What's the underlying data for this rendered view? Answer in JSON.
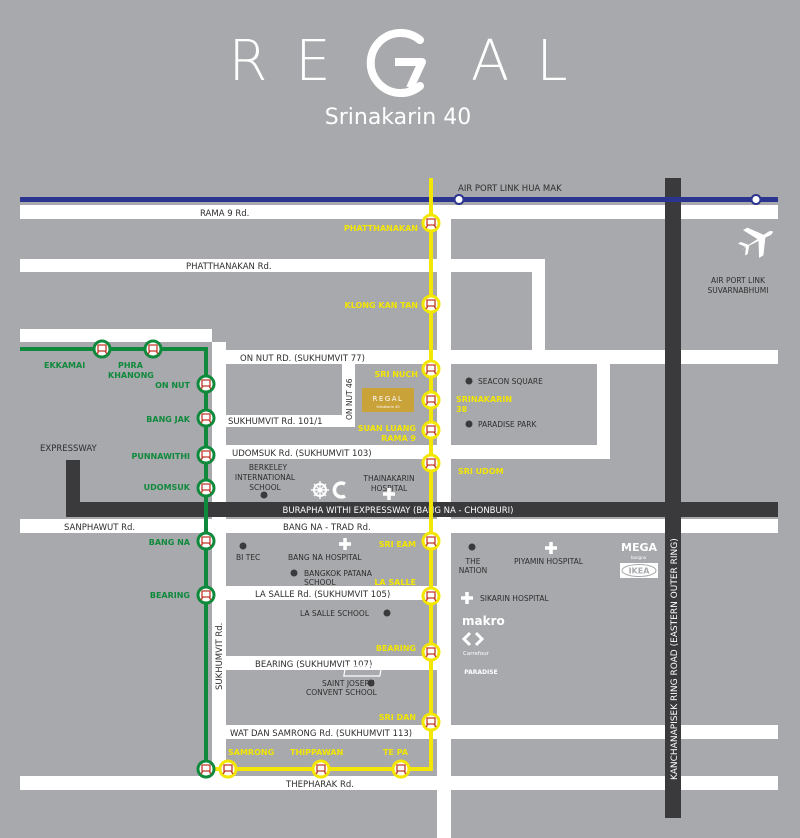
{
  "header": {
    "brand_letters": [
      "R",
      "E",
      "G",
      "A",
      "L"
    ],
    "subtitle": "Srinakarin 40"
  },
  "colors": {
    "background": "#a7a9ac",
    "road": "#ffffff",
    "yellow_line": "#f3e600",
    "green_line": "#0f8a3c",
    "airport_link": "#2b3590",
    "expressway": "#3a3a3c",
    "site_marker": "#c9a23a"
  },
  "lines": {
    "airport_link": "AIR PORT LINK HUA MAK",
    "expressway_label": "EXPRESSWAY",
    "burapha": "BURAPHA WITHI EXPRESSWAY (BANG NA - CHONBURI)",
    "kanchanapisek": "KANCHANAPISEK RING ROAD (EASTERN OUTER RING)"
  },
  "roads": {
    "rama9": "RAMA 9 Rd.",
    "phatthanakan": "PHATTHANAKAN Rd.",
    "on_nut": "ON NUT RD. (SUKHUMVIT 77)",
    "on_nut_46": "ON NUT 46",
    "sukhumvit_101_1": "SUKHUMVIT Rd. 101/1",
    "udomsuk": "UDOMSUK Rd. (SUKHUMVIT 103)",
    "sanphawut": "SANPHAWUT Rd.",
    "bangna_trad": "BANG NA - TRAD Rd.",
    "la_salle": "LA SALLE Rd. (SUKHUMVIT 105)",
    "bearing": "BEARING (SUKHUMVIT 107)",
    "wat_dan_samrong": "WAT DAN SAMRONG Rd. (SUKHUMVIT 113)",
    "thepharak": "THEPHARAK Rd.",
    "sukhumvit": "SUKHUMVIT Rd."
  },
  "yellow_stations": {
    "phatthanakan": "PHATTHANAKAN",
    "klong_kan_tan": "KLONG KAN TAN",
    "sri_nuch": "SRI NUCH",
    "srinakarin_38_a": "SRINAKARIN",
    "srinakarin_38_b": "38",
    "suan_luang_a": "SUAN LUANG",
    "suan_luang_b": "RAMA 9",
    "sri_udom": "SRI UDOM",
    "sri_eam": "SRI EAM",
    "la_salle": "LA SALLE",
    "bearing": "BEARING",
    "sri_dan": "SRI DAN",
    "samrong": "SAMRONG",
    "thippawan": "THIPPAWAN",
    "te_pa": "TE PA"
  },
  "green_stations": {
    "ekkamai": "EKKAMAI",
    "phra_khanong_a": "PHRA",
    "phra_khanong_b": "KHANONG",
    "on_nut": "ON NUT",
    "bang_jak": "BANG JAK",
    "punnawithi": "PUNNAWITHI",
    "udomsuk": "UDOMSUK",
    "bang_na": "BANG NA",
    "bearing": "BEARING"
  },
  "places": {
    "airport_a": "AIR PORT LINK",
    "airport_b": "SUVARNABHUMI",
    "seacon": "SEACON SQUARE",
    "paradise": "PARADISE PARK",
    "berkeley_a": "BERKELEY",
    "berkeley_b": "INTERNATIONAL",
    "berkeley_c": "SCHOOL",
    "thainakarin_a": "THAINAKARIN",
    "thainakarin_b": "HOSPITAL",
    "bitec": "BI TEC",
    "bangna_hospital": "BANG NA HOSPITAL",
    "bangkok_patana_a": "BANGKOK PATANA",
    "bangkok_patana_b": "SCHOOL",
    "la_salle_school": "LA SALLE SCHOOL",
    "saint_joseph_a": "SAINT JOSEPH",
    "saint_joseph_b": "CONVENT SCHOOL",
    "the_nation_a": "THE",
    "the_nation_b": "NATION",
    "piyamin": "PIYAMIN HOSPITAL",
    "sikarin": "SIKARIN HOSPITAL"
  },
  "brands": {
    "mega": "MEGA",
    "mega_sub": "bangna",
    "ikea": "IKEA",
    "makro": "makro",
    "carrefour": "Carrefour",
    "outlet": "PARADISE"
  },
  "site_marker": {
    "name": "REGAL",
    "sub": "Srinakarin 40"
  }
}
